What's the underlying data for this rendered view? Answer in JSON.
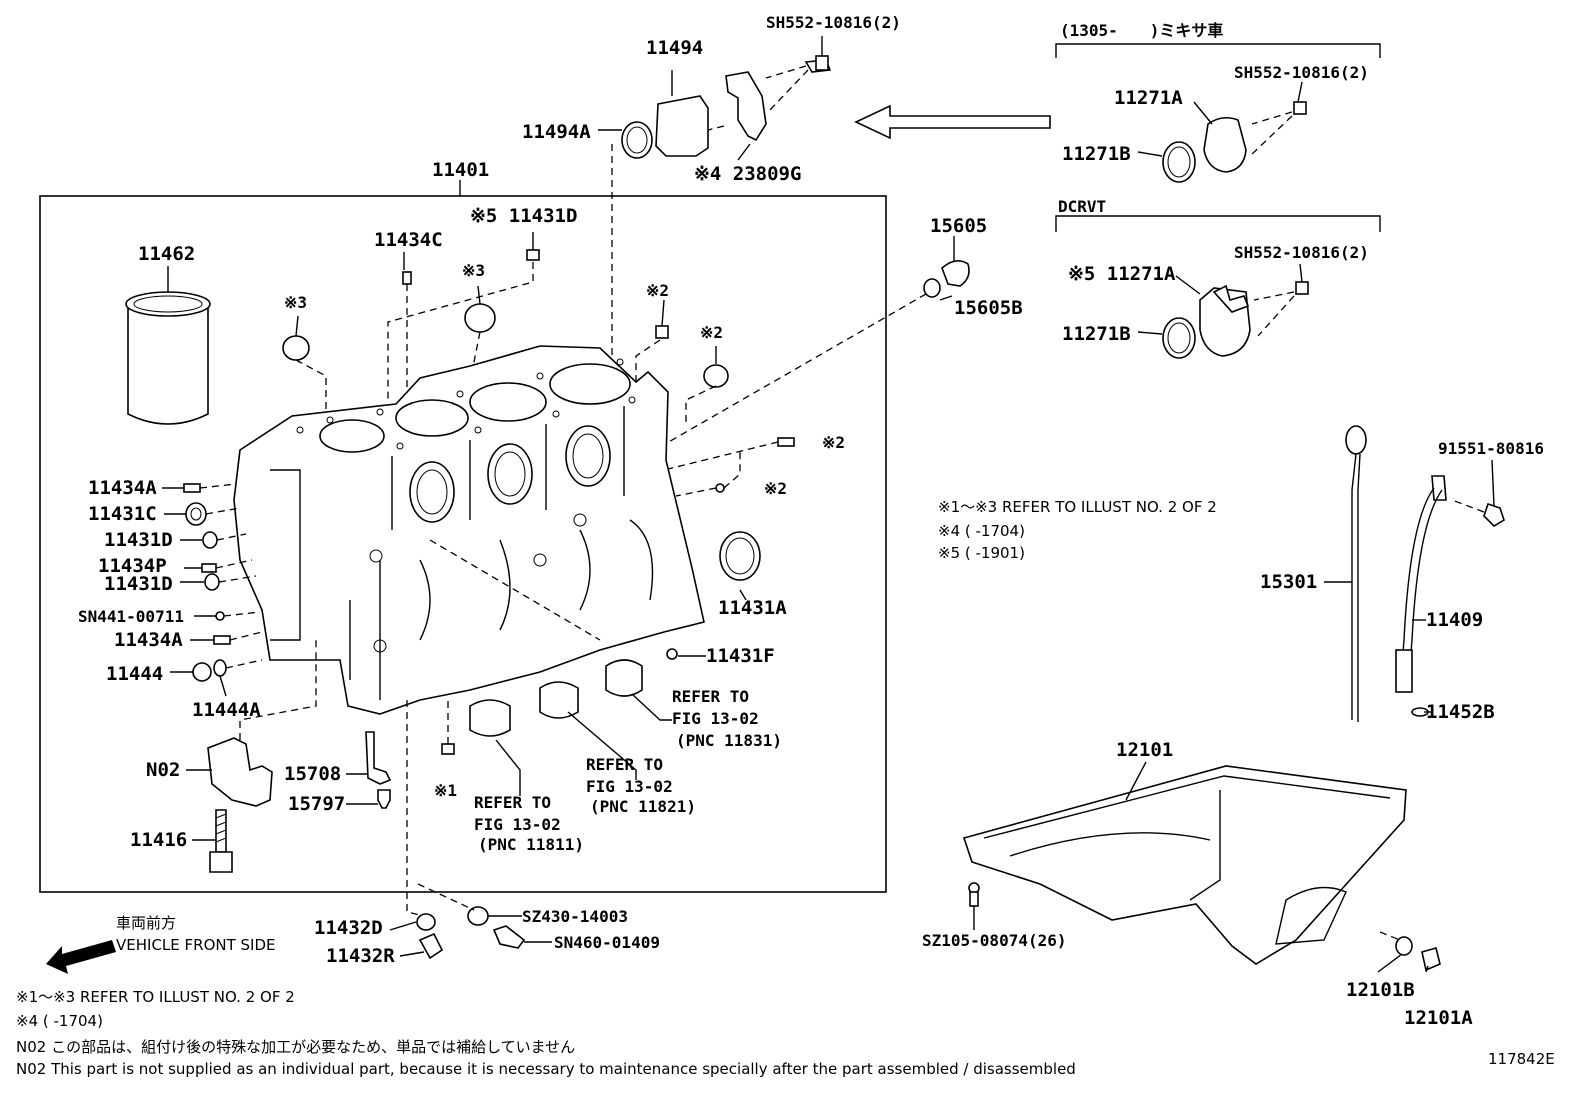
{
  "labels": {
    "p11494": "11494",
    "p11494a": "11494A",
    "sh552_top": "SH552-10816(2)",
    "p23809g": "※4 23809G",
    "p11401": "11401",
    "p11462": "11462",
    "p11434c": "11434C",
    "p11431d_top": "※5 11431D",
    "mark3_a": "※3",
    "mark3_b": "※3",
    "mark2_a": "※2",
    "mark2_b": "※2",
    "mark2_c": "※2",
    "mark2_d": "※2",
    "mark1": "※1",
    "p15605": "15605",
    "p15605b": "15605B",
    "p11434a_1": "11434A",
    "p11431c": "11431C",
    "p11431d_1": "11431D",
    "p11434p": "11434P",
    "p11431d_2": "11431D",
    "sn441": "SN441-00711",
    "p11434a_2": "11434A",
    "p11444": "11444",
    "p11444a": "11444A",
    "p11431a": "11431A",
    "p11431f": "11431F",
    "n02": "N02",
    "p15708": "15708",
    "p15797": "15797",
    "p11416": "11416",
    "ref1_l1": "REFER TO",
    "ref1_l2": "FIG 13-02",
    "ref1_l3": "(PNC 11831)",
    "ref2_l1": "REFER TO",
    "ref2_l2": "FIG 13-02",
    "ref2_l3": "(PNC 11821)",
    "ref3_l1": "REFER TO",
    "ref3_l2": "FIG 13-02",
    "ref3_l3": "(PNC 11811)",
    "p11432d": "11432D",
    "p11432r": "11432R",
    "sz430": "SZ430-14003",
    "sn460": "SN460-01409",
    "mixer_header": "(1305-　　)ミキサ車",
    "p11271a_1": "11271A",
    "sh552_r1": "SH552-10816(2)",
    "p11271b_1": "11271B",
    "dcrvt_header": "DCRVT",
    "p11271a_2": "※5 11271A",
    "sh552_r2": "SH552-10816(2)",
    "p11271b_2": "11271B",
    "p91551": "91551-80816",
    "p15301": "15301",
    "p11409": "11409",
    "p11452b": "11452B",
    "p12101": "12101",
    "sz105": "SZ105-08074(26)",
    "p12101b": "12101B",
    "p12101a": "12101A"
  },
  "mid_notes": {
    "line1": "※1～※3  REFER TO ILLUST NO. 2 OF 2",
    "line2": "※4 (        -1704)",
    "line3": "※5 (        -1901)"
  },
  "front": {
    "jp": "車両前方",
    "en": "VEHICLE FRONT SIDE"
  },
  "footer": {
    "line1": "※1～※3  REFER TO ILLUST NO. 2 OF 2",
    "line2": "※4 (        -1704)",
    "line3": "N02  この部品は、組付け後の特殊な加工が必要なため、単品では補給していません",
    "line4": "N02  This part is not supplied as an individual part, because it is necessary to maintenance specially after the part assembled / disassembled"
  },
  "figure_id": "117842E"
}
